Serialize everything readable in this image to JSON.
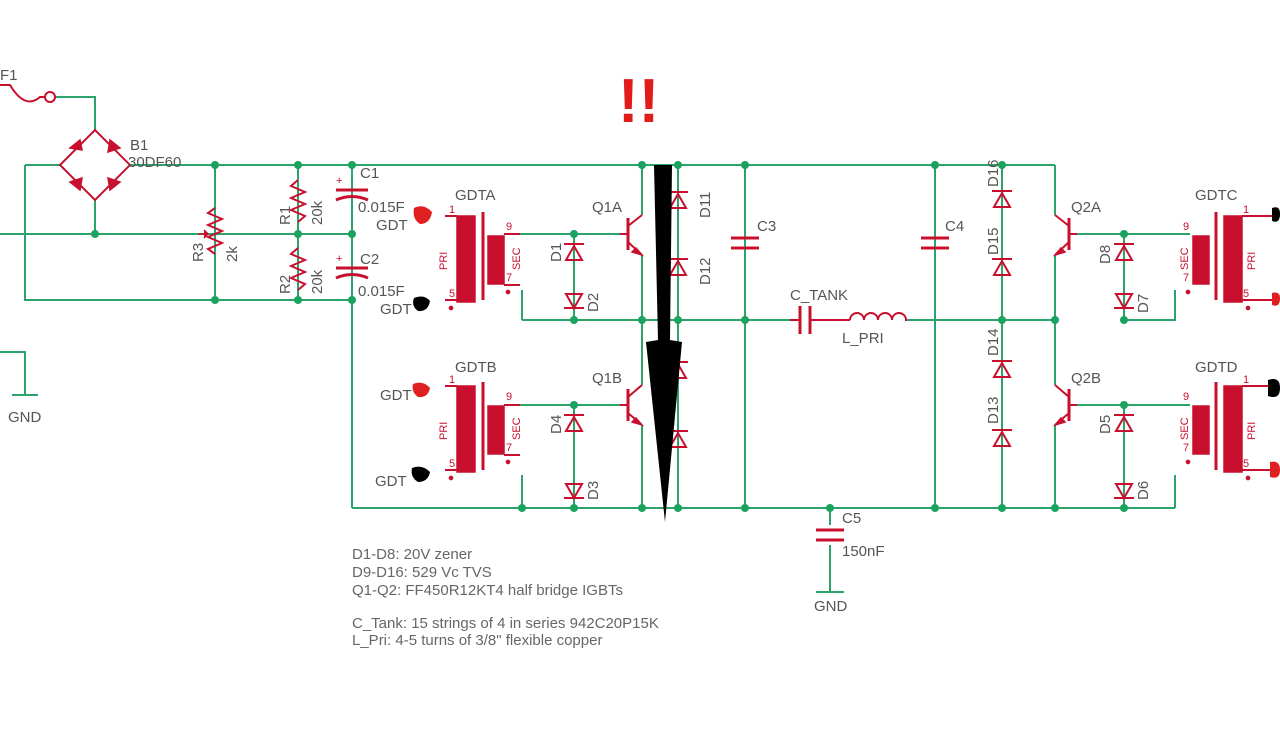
{
  "warning_mark": "!!",
  "components": {
    "f1": "F1",
    "b1": "B1",
    "b1_value": "30DF60",
    "r1": "R1",
    "r1_value": "20k",
    "r2": "R2",
    "r2_value": "20k",
    "r3": "R3",
    "r3_value": "2k",
    "c1": "C1",
    "c1_value": "0.015F",
    "c2": "C2",
    "c2_value": "0.015F",
    "c3": "C3",
    "c4": "C4",
    "c5": "C5",
    "c5_value": "150nF",
    "c_tank": "C_TANK",
    "l_pri": "L_PRI",
    "gdta": "GDTA",
    "gdtb": "GDTB",
    "gdtc": "GDTC",
    "gdtd": "GDTD",
    "q1a": "Q1A",
    "q1b": "Q1B",
    "q2a": "Q2A",
    "q2b": "Q2B",
    "d1": "D1",
    "d2": "D2",
    "d3": "D3",
    "d4": "D4",
    "d5": "D5",
    "d6": "D6",
    "d7": "D7",
    "d8": "D8",
    "d11": "D11",
    "d12": "D12",
    "d13": "D13",
    "d14": "D14",
    "d15": "D15",
    "d16": "D16",
    "gnd": "GND",
    "gdt": "GDT",
    "pri": "PRI",
    "sec": "SEC",
    "pin1": "1",
    "pin5": "5",
    "pin7": "7",
    "pin9": "9"
  },
  "notes": [
    "D1-D8: 20V zener",
    "D9-D16: 529 Vc TVS",
    "Q1-Q2: FF450R12KT4 half bridge IGBTs",
    "",
    "C_Tank: 15 strings of 4 in series 942C20P15K",
    "L_Pri: 4-5 turns of 3/8\" flexible copper"
  ],
  "colors": {
    "wire": "#2ba36b",
    "component": "#c8102e",
    "label": "#555555",
    "annotation_arrow": "#000000"
  }
}
